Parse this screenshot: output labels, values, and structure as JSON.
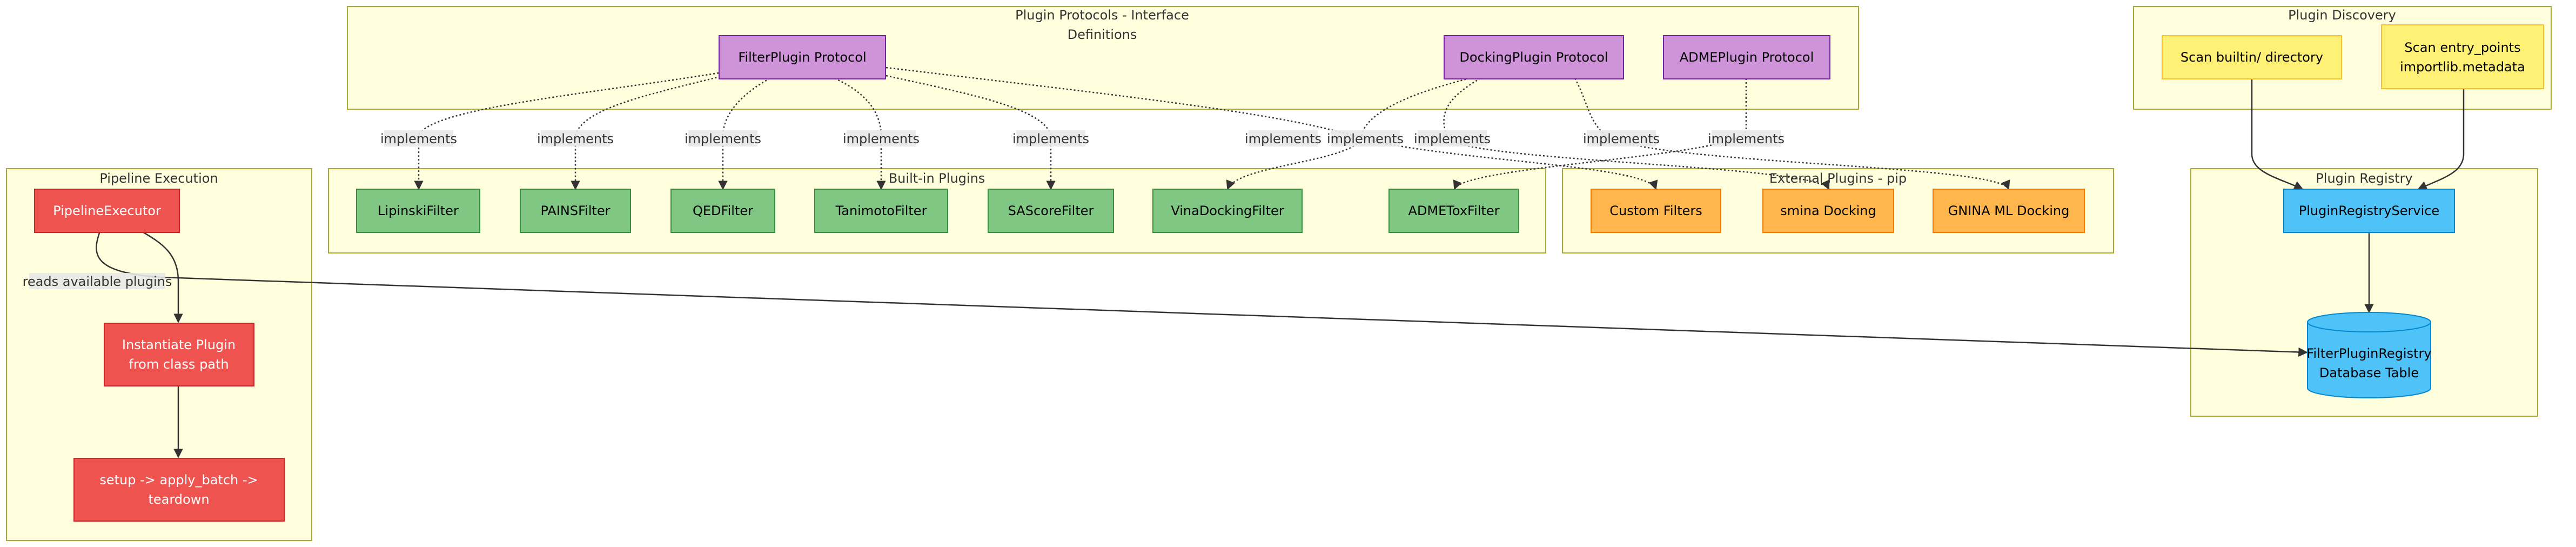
{
  "clusters": {
    "protocols": {
      "title_lines": [
        "Plugin Protocols - Interface",
        "Definitions"
      ]
    },
    "discovery": {
      "title": "Plugin Discovery"
    },
    "execution": {
      "title": "Pipeline Execution"
    },
    "builtin": {
      "title": "Built-in Plugins"
    },
    "external": {
      "title": "External Plugins - pip"
    },
    "registry": {
      "title": "Plugin Registry"
    }
  },
  "nodes": {
    "filter_protocol": "FilterPlugin Protocol",
    "docking_protocol": "DockingPlugin Protocol",
    "adme_protocol": "ADMEPlugin Protocol",
    "scan_builtin": "Scan builtin/ directory",
    "scan_entry_points": [
      "Scan entry_points",
      "importlib.metadata"
    ],
    "pipeline_executor": "PipelineExecutor",
    "instantiate_plugin": [
      "Instantiate Plugin",
      "from class path"
    ],
    "setup_apply": [
      "setup -> apply_batch ->",
      "teardown"
    ],
    "lipinski": "LipinskiFilter",
    "pains": "PAINSFilter",
    "qed": "QEDFilter",
    "tanimoto": "TanimotoFilter",
    "sascore": "SAScoreFilter",
    "vina": "VinaDockingFilter",
    "admetox": "ADMEToxFilter",
    "custom_filters": "Custom Filters",
    "smina": "smina Docking",
    "gnina": "GNINA ML Docking",
    "registry_service": "PluginRegistryService",
    "registry_db": [
      "FilterPluginRegistry",
      "Database Table"
    ]
  },
  "edges": {
    "implements_label": "implements",
    "reads_label": "reads available plugins"
  },
  "colors": {
    "cluster_fill": "#ffffde",
    "protocol": "#ce93d8",
    "builtin": "#81c784",
    "external": "#ffb74d",
    "discovery": "#fff176",
    "registry": "#4fc3f7",
    "execution": "#ef5350"
  }
}
